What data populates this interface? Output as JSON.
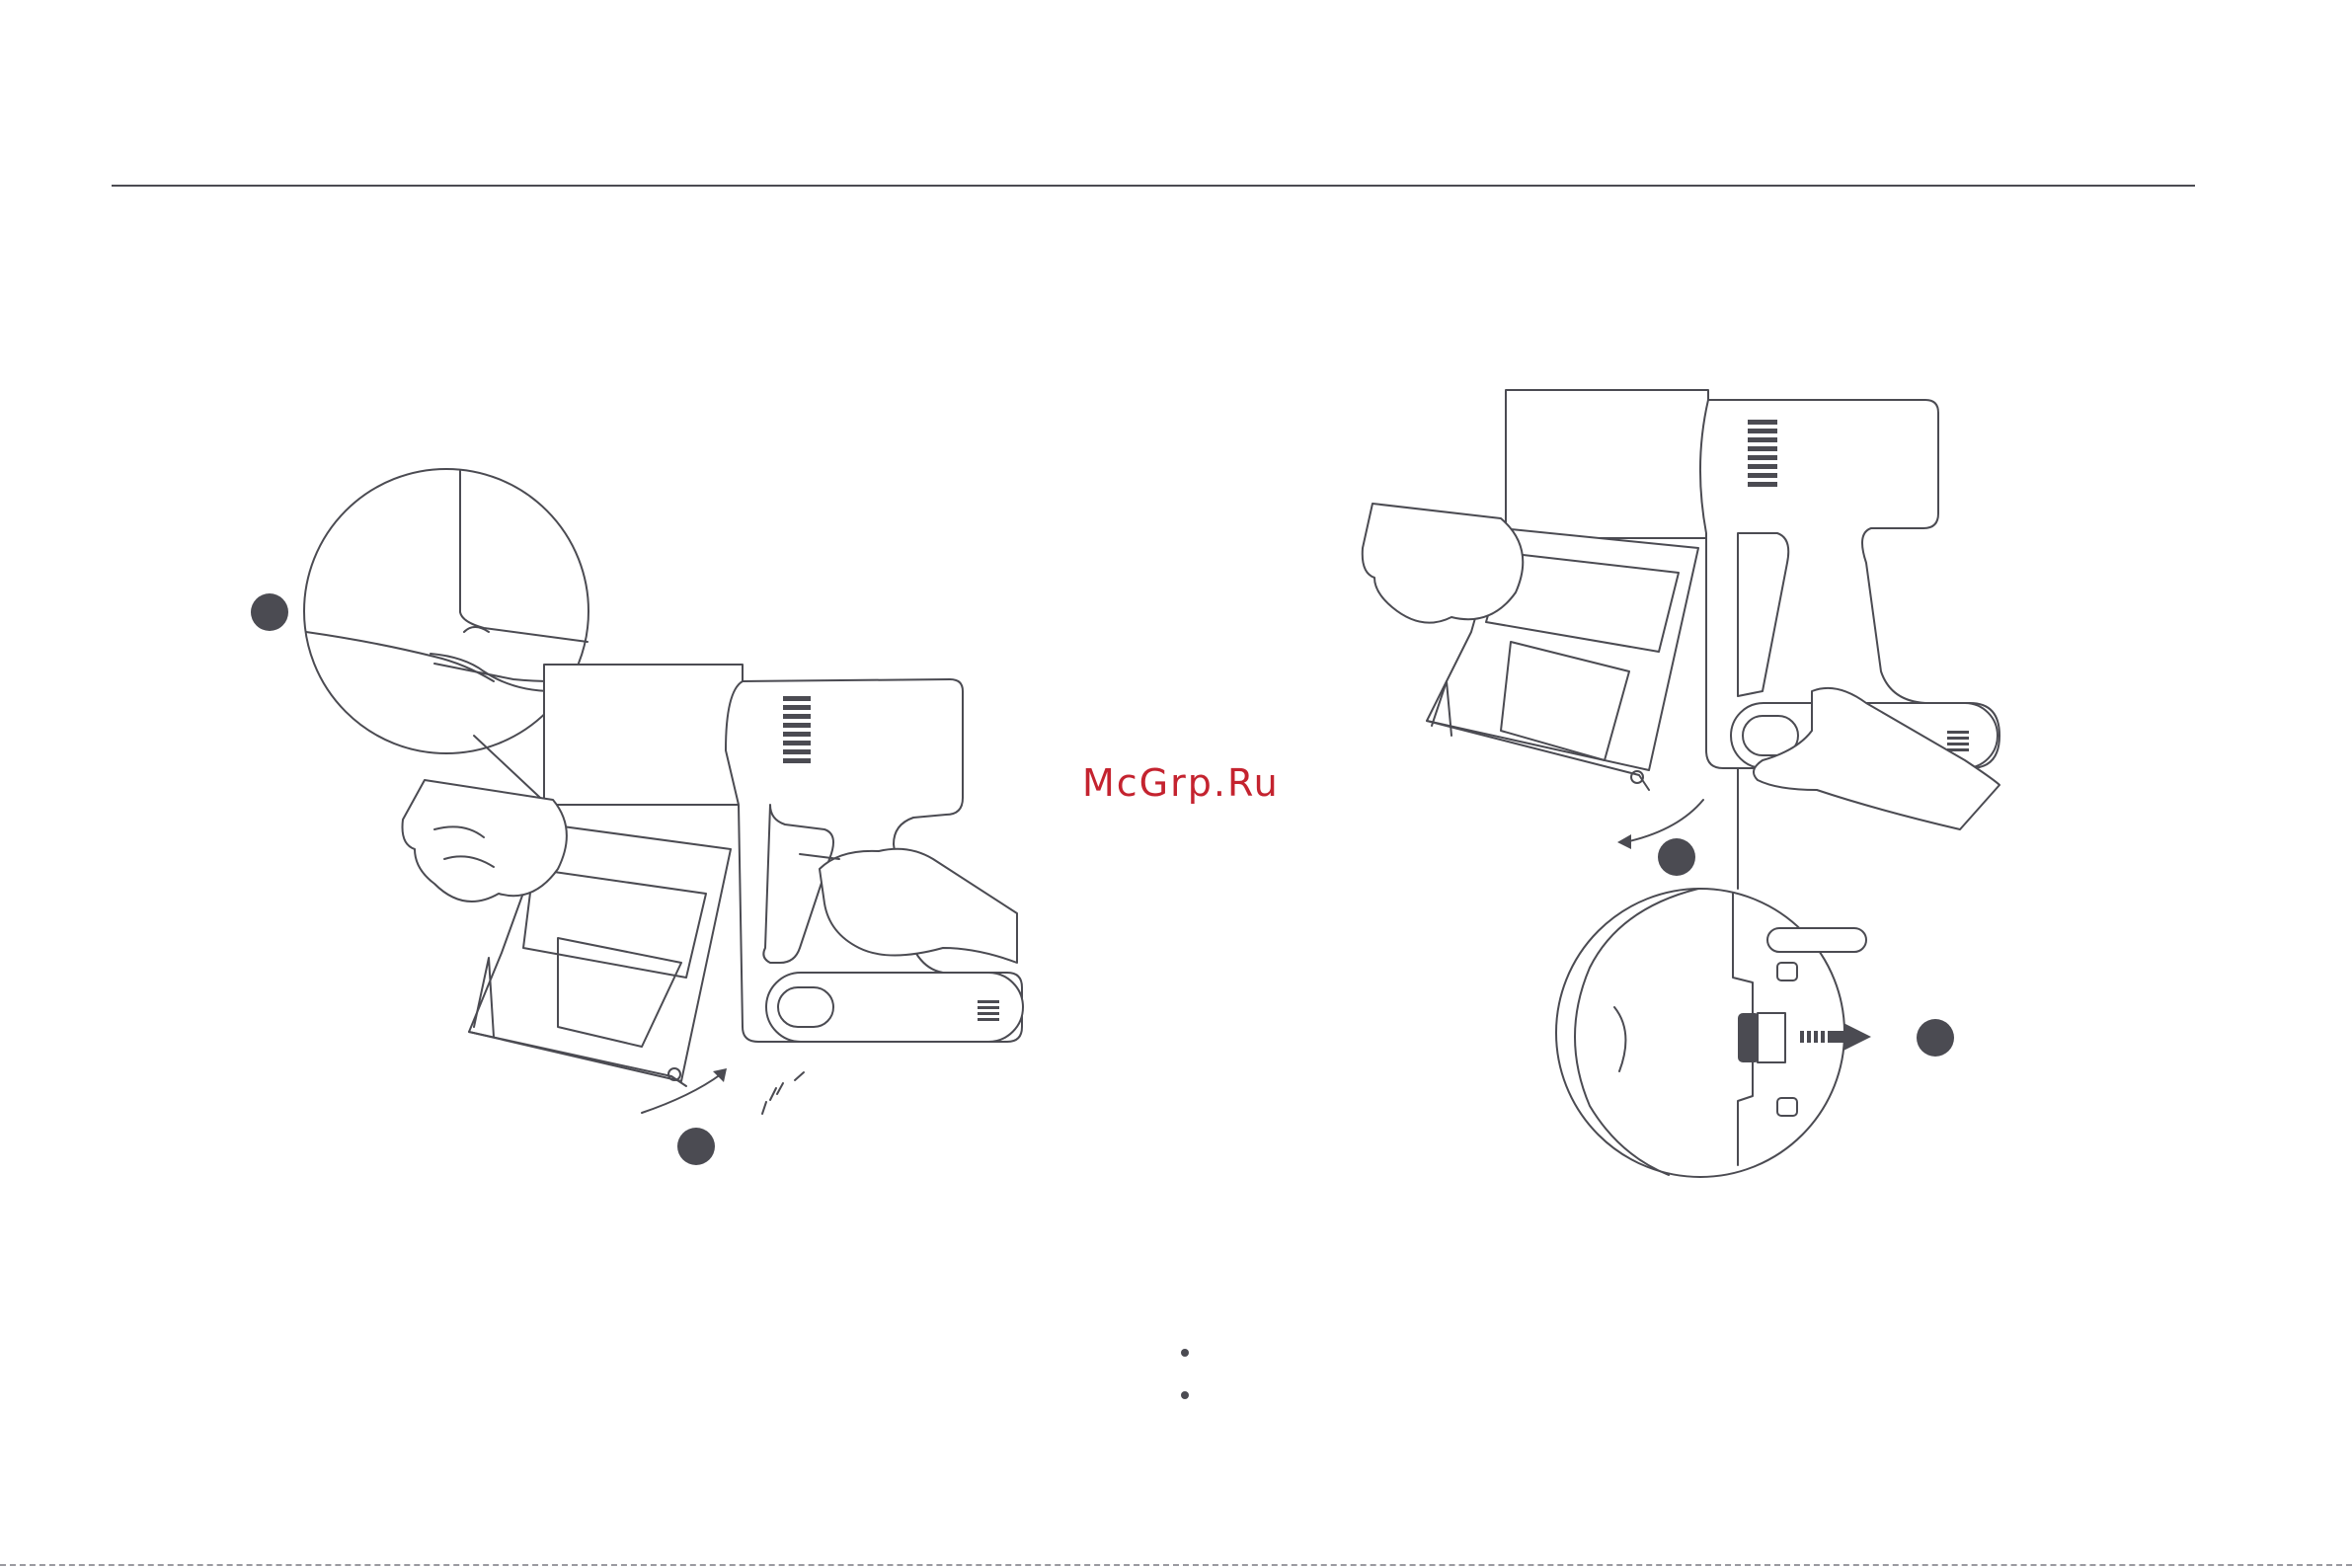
{
  "watermark": "McGrp.Ru",
  "colors": {
    "line": "#4b4b52",
    "watermark": "#c4232f",
    "background": "#ffffff"
  },
  "figures": [
    {
      "name": "remove-dust-bin-left",
      "step_markers": 2,
      "detail_circle": true
    },
    {
      "name": "remove-dust-bin-right",
      "step_markers": 2,
      "detail_circle": true
    }
  ],
  "bullets": 2
}
